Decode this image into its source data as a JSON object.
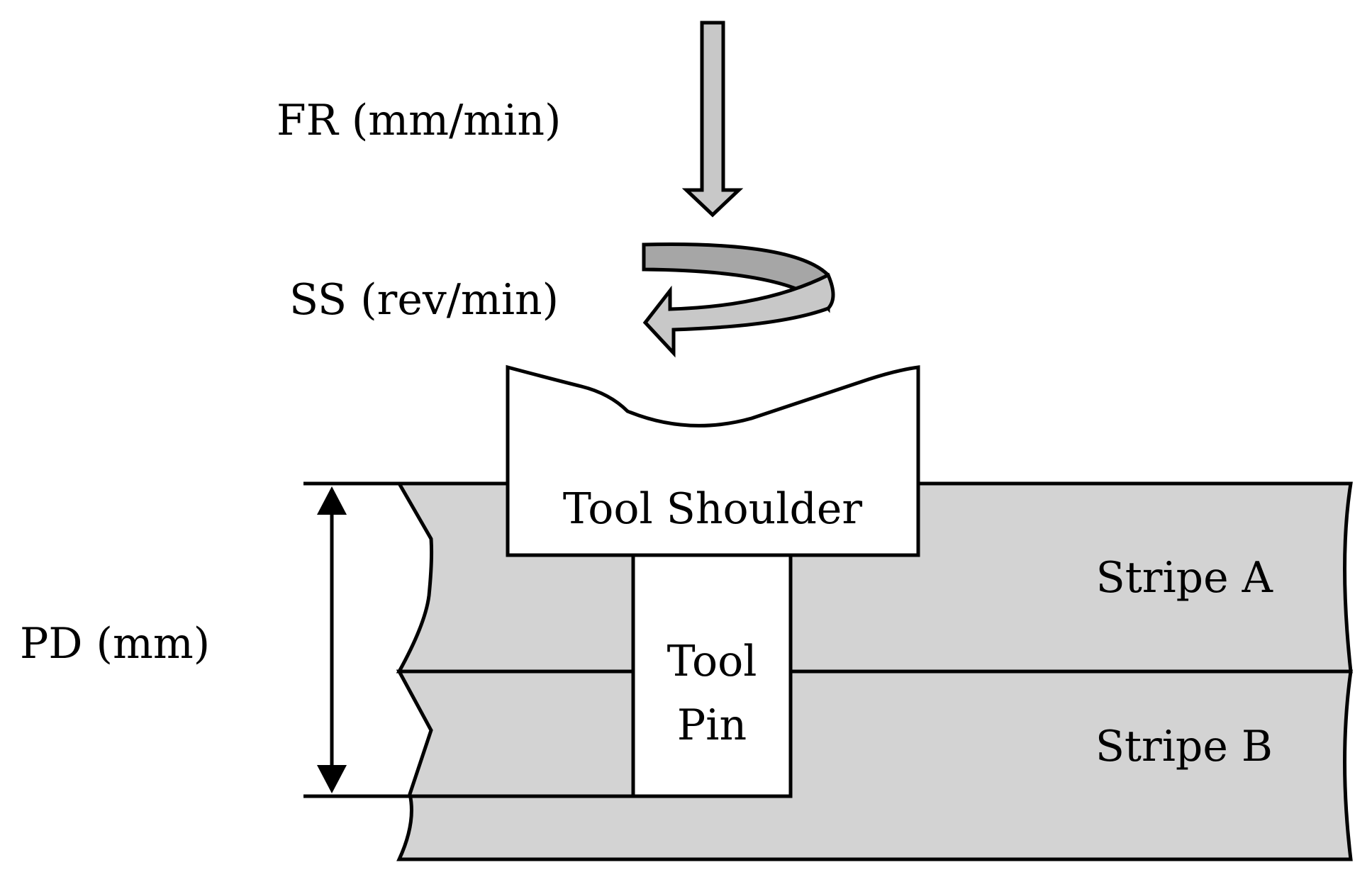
{
  "labels": {
    "feed_rate": "FR (mm/min)",
    "spindle_speed": "SS (rev/min)",
    "plunge_depth": "PD (mm)",
    "tool_shoulder": "Tool Shoulder",
    "tool_pin_line1": "Tool",
    "tool_pin_line2": "Pin",
    "stripe_a": "Stripe A",
    "stripe_b": "Stripe B"
  },
  "colors": {
    "stripe_fill": "#d3d3d3",
    "arrow_fill": "#c8c8c8",
    "rotation_band_fill": "#a6a6a6",
    "tool_fill": "#ffffff",
    "stroke": "#000000"
  },
  "icons": {
    "feed_arrow": "down-arrow-icon",
    "rotation_arrow": "rotation-arrow-icon",
    "depth_arrow": "double-headed-arrow-icon"
  }
}
